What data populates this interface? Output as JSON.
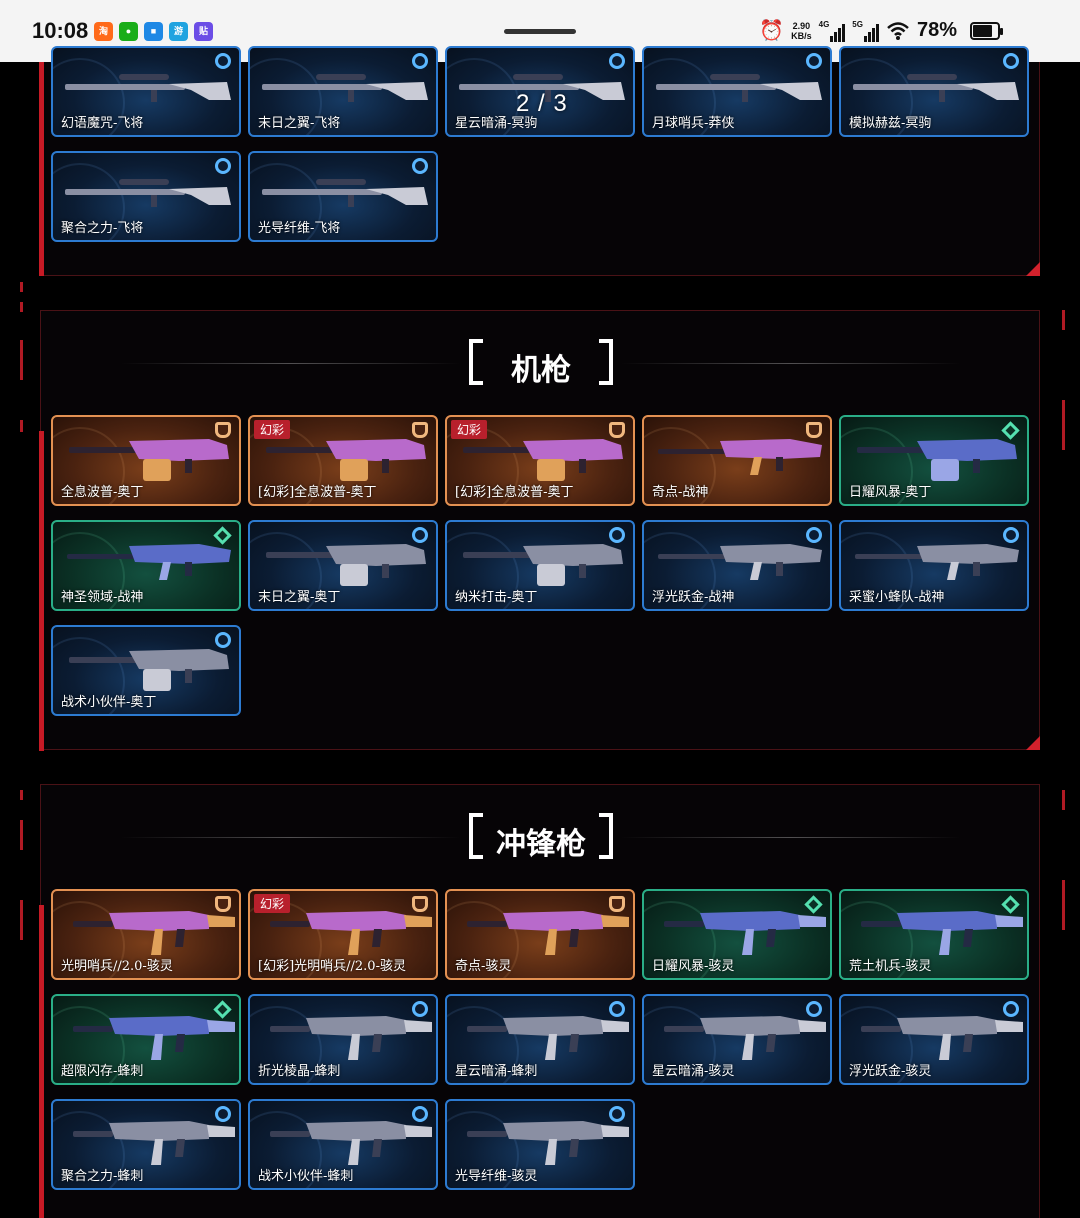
{
  "status_bar": {
    "time": "10:08",
    "apps": [
      {
        "icon": "taobao-icon",
        "glyph": "淘",
        "color": "#ff6a1a"
      },
      {
        "icon": "wechat-icon",
        "glyph": "●",
        "color": "#1aad19"
      },
      {
        "icon": "app-blue-icon",
        "glyph": "■",
        "color": "#1e88e5"
      },
      {
        "icon": "app-cyan-icon",
        "glyph": "游",
        "color": "#1fa3e0"
      },
      {
        "icon": "app-purple-icon",
        "glyph": "贴",
        "color": "#6b4de6"
      }
    ],
    "speed_value": "2.90",
    "speed_unit": "KB/s",
    "net_1": "4G",
    "net_2": "5G",
    "battery": "78%",
    "battery_level": 0.78
  },
  "page_indicator": "2 / 3",
  "colors": {
    "accent_red": "#c61a25",
    "tier_blue": "#2d7bd1",
    "tier_orange": "#e39152",
    "tier_green": "#2aae87"
  },
  "sniper_section": {
    "items": [
      {
        "name": "幻语魔咒-飞将",
        "tier": "blue",
        "gun": "sniper"
      },
      {
        "name": "末日之翼-飞将",
        "tier": "blue",
        "gun": "sniper"
      },
      {
        "name": "星云暗涌-冥驹",
        "tier": "blue",
        "gun": "sniper"
      },
      {
        "name": "月球哨兵-莽侠",
        "tier": "blue",
        "gun": "sniper"
      },
      {
        "name": "模拟赫兹-冥驹",
        "tier": "blue",
        "gun": "sniper"
      },
      {
        "name": "聚合之力-飞将",
        "tier": "blue",
        "gun": "sniper"
      },
      {
        "name": "光导纤维-飞将",
        "tier": "blue",
        "gun": "sniper"
      }
    ]
  },
  "machine_gun_section": {
    "title": "机枪",
    "items": [
      {
        "name": "全息波普-奥丁",
        "tier": "orange",
        "gun": "lmg"
      },
      {
        "name": "[幻彩]全息波普-奥丁",
        "tier": "orange",
        "gun": "lmg",
        "tag": "幻彩"
      },
      {
        "name": "[幻彩]全息波普-奥丁",
        "tier": "orange",
        "gun": "lmg",
        "tag": "幻彩"
      },
      {
        "name": "奇点-战神",
        "tier": "orange",
        "gun": "rifle"
      },
      {
        "name": "日耀风暴-奥丁",
        "tier": "green",
        "gun": "lmg"
      },
      {
        "name": "神圣领域-战神",
        "tier": "green",
        "gun": "rifle"
      },
      {
        "name": "末日之翼-奥丁",
        "tier": "blue",
        "gun": "lmg"
      },
      {
        "name": "纳米打击-奥丁",
        "tier": "blue",
        "gun": "lmg"
      },
      {
        "name": "浮光跃金-战神",
        "tier": "blue",
        "gun": "rifle"
      },
      {
        "name": "采蜜小蜂队-战神",
        "tier": "blue",
        "gun": "rifle"
      },
      {
        "name": "战术小伙伴-奥丁",
        "tier": "blue",
        "gun": "lmg"
      }
    ]
  },
  "smg_section": {
    "title": "冲锋枪",
    "items": [
      {
        "name": "光明哨兵//2.0-骇灵",
        "tier": "orange",
        "gun": "smg"
      },
      {
        "name": "[幻彩]光明哨兵//2.0-骇灵",
        "tier": "orange",
        "gun": "smg",
        "tag": "幻彩"
      },
      {
        "name": "奇点-骇灵",
        "tier": "orange",
        "gun": "smg"
      },
      {
        "name": "日耀风暴-骇灵",
        "tier": "green",
        "gun": "smg"
      },
      {
        "name": "荒土机兵-骇灵",
        "tier": "green",
        "gun": "smg"
      },
      {
        "name": "超限闪存-蜂刺",
        "tier": "green",
        "gun": "smg"
      },
      {
        "name": "折光棱晶-蜂刺",
        "tier": "blue",
        "gun": "smg"
      },
      {
        "name": "星云暗涌-蜂刺",
        "tier": "blue",
        "gun": "smg"
      },
      {
        "name": "星云暗涌-骇灵",
        "tier": "blue",
        "gun": "smg"
      },
      {
        "name": "浮光跃金-骇灵",
        "tier": "blue",
        "gun": "smg"
      },
      {
        "name": "聚合之力-蜂刺",
        "tier": "blue",
        "gun": "smg"
      },
      {
        "name": "战术小伙伴-蜂刺",
        "tier": "blue",
        "gun": "smg"
      },
      {
        "name": "光导纤维-骇灵",
        "tier": "blue",
        "gun": "smg"
      }
    ]
  }
}
